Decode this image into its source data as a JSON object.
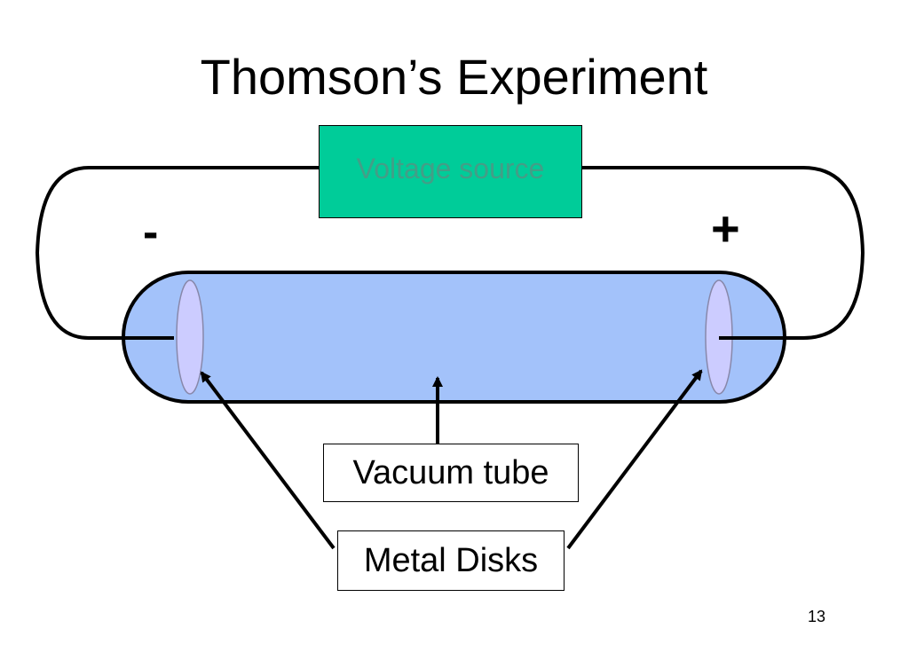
{
  "slide": {
    "title": "Thomson’s Experiment",
    "page_number": "13"
  },
  "diagram": {
    "voltage_source": {
      "label": "Voltage source",
      "fill_color": "#00cc99",
      "text_color": "#7a7a7a"
    },
    "negative_sign": "-",
    "positive_sign": "+",
    "tube": {
      "fill_color": "#a3c2fa",
      "outline_color": "#000000"
    },
    "disks": {
      "fill_color": "#ccccff",
      "outline_color": "#8888aa"
    },
    "callouts": {
      "vacuum_tube": "Vacuum tube",
      "metal_disks": "Metal Disks"
    }
  }
}
